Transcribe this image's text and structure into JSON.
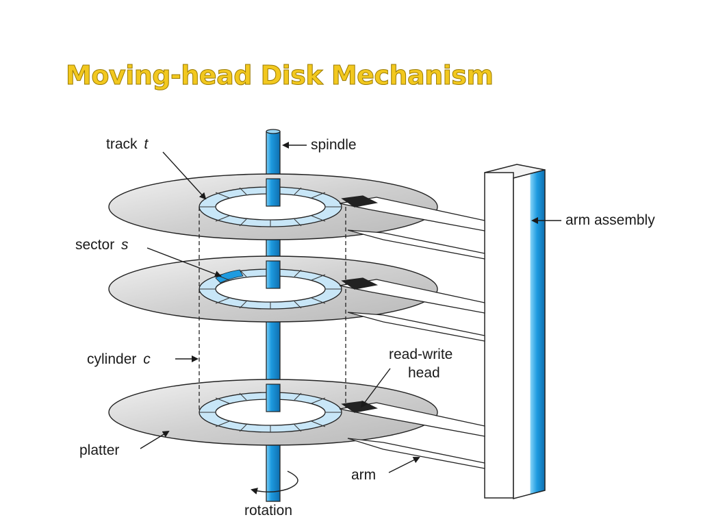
{
  "slide": {
    "title": "Moving-head Disk Mechanism"
  },
  "diagram": {
    "labels": {
      "track": "track",
      "track_var": "t",
      "spindle": "spindle",
      "arm_assembly": "arm assembly",
      "sector": "sector",
      "sector_var": "s",
      "cylinder": "cylinder",
      "cylinder_var": "c",
      "read_write_line1": "read-write",
      "read_write_line2": "head",
      "platter": "platter",
      "arm": "arm",
      "rotation": "rotation"
    },
    "colors": {
      "spindle_blue": "#1E9BE0",
      "platter_gray": "#D4D4D4",
      "track_blue": "#C8E6F7",
      "highlight_sector": "#1E9BE0",
      "head_black": "#222222",
      "title_yellow": "#F2C81F"
    }
  }
}
